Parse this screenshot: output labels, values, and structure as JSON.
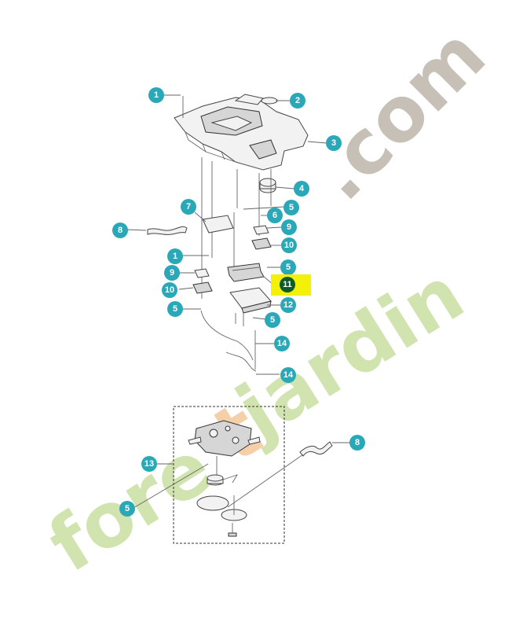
{
  "diagram": {
    "callouts": [
      "1",
      "2",
      "3",
      "4",
      "5",
      "6",
      "7",
      "8",
      "9",
      "10",
      "11",
      "12",
      "13",
      "14"
    ],
    "highlighted": "11",
    "colors": {
      "callout": "#2ba8b8",
      "highlight_bg": "#f3f10a",
      "highlight_circle": "#0f5a2a",
      "watermark_green": "#c9dfa2",
      "watermark_orange": "#f3c79a",
      "watermark_grey": "#b8b1a6"
    }
  },
  "watermark": {
    "text_main": "foret",
    "text_accent": "jardin",
    "text_domain": ".com"
  }
}
